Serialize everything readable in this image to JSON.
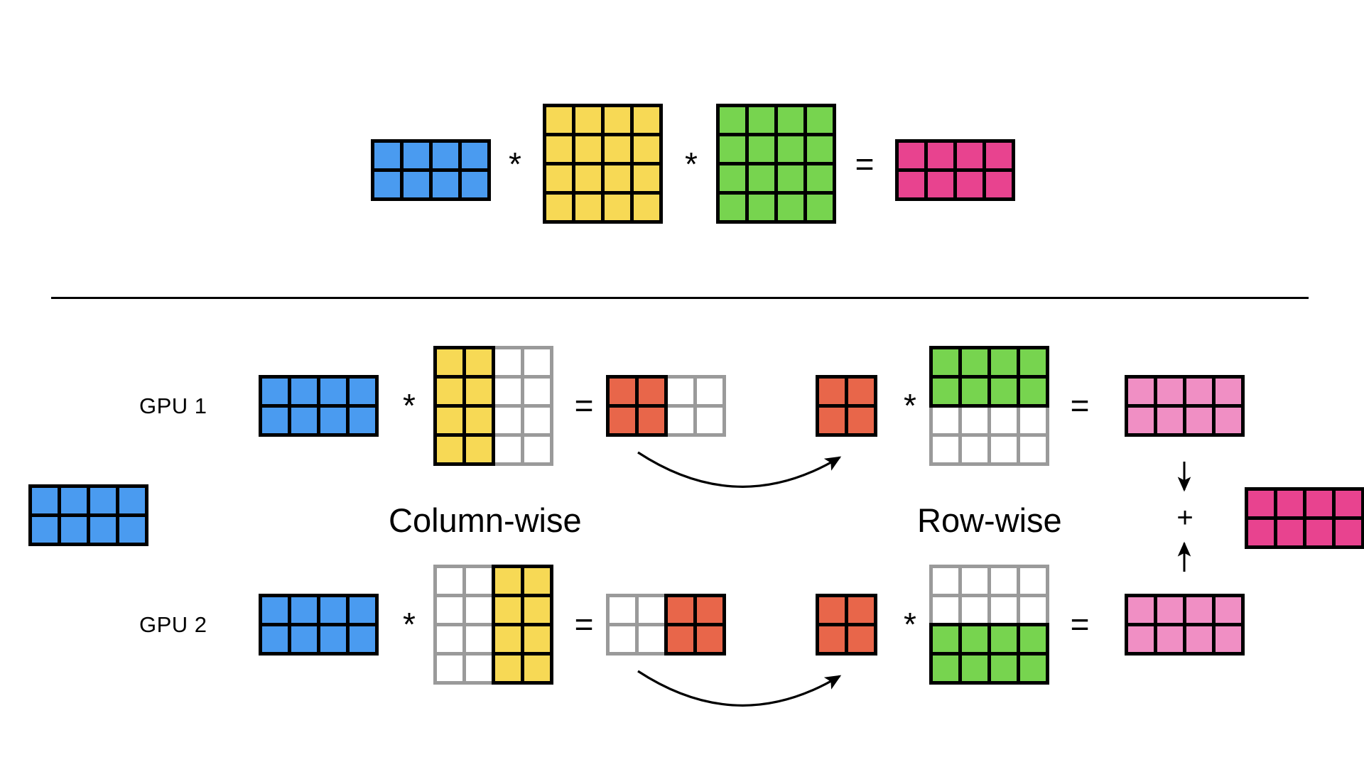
{
  "diagram": {
    "title_text_present": false,
    "colors": {
      "blue": "#4a9bf0",
      "yellow": "#f7d955",
      "green": "#77d44f",
      "magenta": "#e8438f",
      "pink": "#f08fc4",
      "red": "#e8664a",
      "border_active": "#000000",
      "border_inactive": "#9a9a9a",
      "empty_fill": "#ffffff",
      "background": "#ffffff"
    },
    "operators": {
      "multiply": "*",
      "equals": "=",
      "plus": "+",
      "arrow_down": "↓",
      "arrow_up": "↑"
    }
  },
  "top_row": {
    "name": "unsharded-equation",
    "items": [
      {
        "id": "input-x",
        "label": "blue-input-matrix",
        "rows": 2,
        "cols": 4,
        "color": "blue",
        "fill": "all"
      },
      {
        "id": "op1",
        "label": "*"
      },
      {
        "id": "weight-a",
        "label": "yellow-weight-matrix",
        "rows": 4,
        "cols": 4,
        "color": "yellow",
        "fill": "all"
      },
      {
        "id": "op2",
        "label": "*"
      },
      {
        "id": "weight-b",
        "label": "green-weight-matrix",
        "rows": 4,
        "cols": 4,
        "color": "green",
        "fill": "all"
      },
      {
        "id": "op3",
        "label": "="
      },
      {
        "id": "output-y",
        "label": "magenta-output-matrix",
        "rows": 2,
        "cols": 4,
        "color": "magenta",
        "fill": "all"
      }
    ]
  },
  "shared_input": {
    "name": "shared-blue-input",
    "rows": 2,
    "cols": 4,
    "color": "blue",
    "fill": "all"
  },
  "labels": {
    "gpu1": "GPU 1",
    "gpu2": "GPU 2",
    "column_wise": "Column-wise",
    "row_wise": "Row-wise"
  },
  "gpu_rows": [
    {
      "id": "gpu-1",
      "gpu_label": "GPU 1",
      "input": {
        "rows": 2,
        "cols": 4,
        "color": "blue",
        "fill": "all"
      },
      "weight_a": {
        "rows": 4,
        "cols": 4,
        "color": "yellow",
        "shard": "columns",
        "active_cols": [
          0,
          1
        ]
      },
      "partial": {
        "rows": 2,
        "cols": 4,
        "color": "red",
        "shard": "columns",
        "active_cols": [
          0,
          1
        ]
      },
      "gathered": {
        "rows": 2,
        "cols": 2,
        "color": "red",
        "fill": "all"
      },
      "weight_b": {
        "rows": 4,
        "cols": 4,
        "color": "green",
        "shard": "rows",
        "active_rows": [
          0,
          1
        ]
      },
      "output": {
        "rows": 2,
        "cols": 4,
        "color": "pink",
        "fill": "all"
      },
      "arrow": "curved-gather-arrow"
    },
    {
      "id": "gpu-2",
      "gpu_label": "GPU 2",
      "input": {
        "rows": 2,
        "cols": 4,
        "color": "blue",
        "fill": "all"
      },
      "weight_a": {
        "rows": 4,
        "cols": 4,
        "color": "yellow",
        "shard": "columns",
        "active_cols": [
          2,
          3
        ]
      },
      "partial": {
        "rows": 2,
        "cols": 4,
        "color": "red",
        "shard": "columns",
        "active_cols": [
          2,
          3
        ]
      },
      "gathered": {
        "rows": 2,
        "cols": 2,
        "color": "red",
        "fill": "all"
      },
      "weight_b": {
        "rows": 4,
        "cols": 4,
        "color": "green",
        "shard": "rows",
        "active_rows": [
          2,
          3
        ]
      },
      "output": {
        "rows": 2,
        "cols": 4,
        "color": "pink",
        "fill": "all"
      },
      "arrow": "curved-gather-arrow"
    }
  ],
  "reduction": {
    "name": "all-reduce-sum",
    "plus": "+",
    "arrow_down": "↓",
    "arrow_up": "↑",
    "result": {
      "rows": 2,
      "cols": 4,
      "color": "magenta",
      "fill": "all"
    }
  }
}
